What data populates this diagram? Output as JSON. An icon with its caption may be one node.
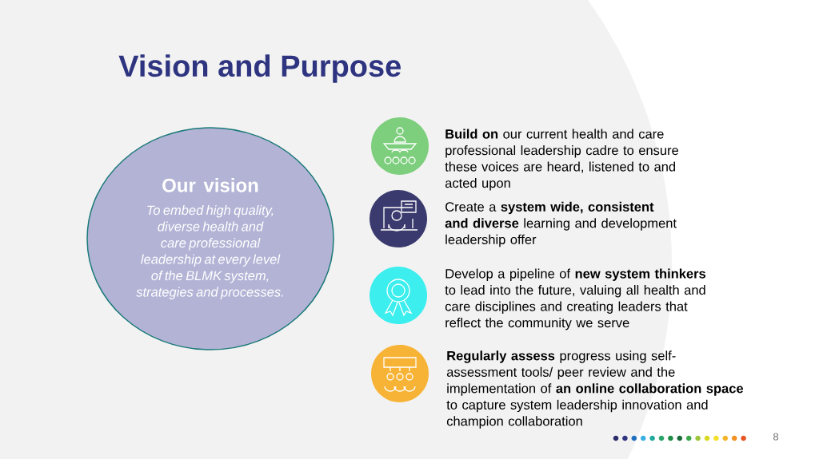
{
  "diagram": {
    "title": "Vision and Purpose",
    "nodes": [
      {
        "text": [
          "Our vision",
          "To embed high quality, diverse health and care professional leadership at every level of the BLMK system, strategies and processes."
        ]
      },
      {
        "text": [],
        "shape": "circle",
        "beside": [
          "**Build on** our current health and care professional leadership cadre to ensure these voices are heard, listened to and acted upon"
        ]
      },
      {
        "text": [],
        "shape": "circle",
        "beside": [
          "Create a **system wide, consistent and diverse** learning and development leadership offer"
        ]
      },
      {
        "text": [],
        "shape": "circle",
        "beside": [
          "Develop a pipeline of **new system thinkers** to lead into the future, valuing all health and care disciplines and creating leaders that reflect the community we serve"
        ]
      },
      {
        "text": [],
        "shape": "circle",
        "beside": [
          "**Regularly assess** progress using self-assessment tools/ peer review and the implementation of **an online collaboration space** to capture system leadership innovation and champion collaboration"
        ]
      }
    ],
    "labels": [
      "8"
    ]
  }
}
